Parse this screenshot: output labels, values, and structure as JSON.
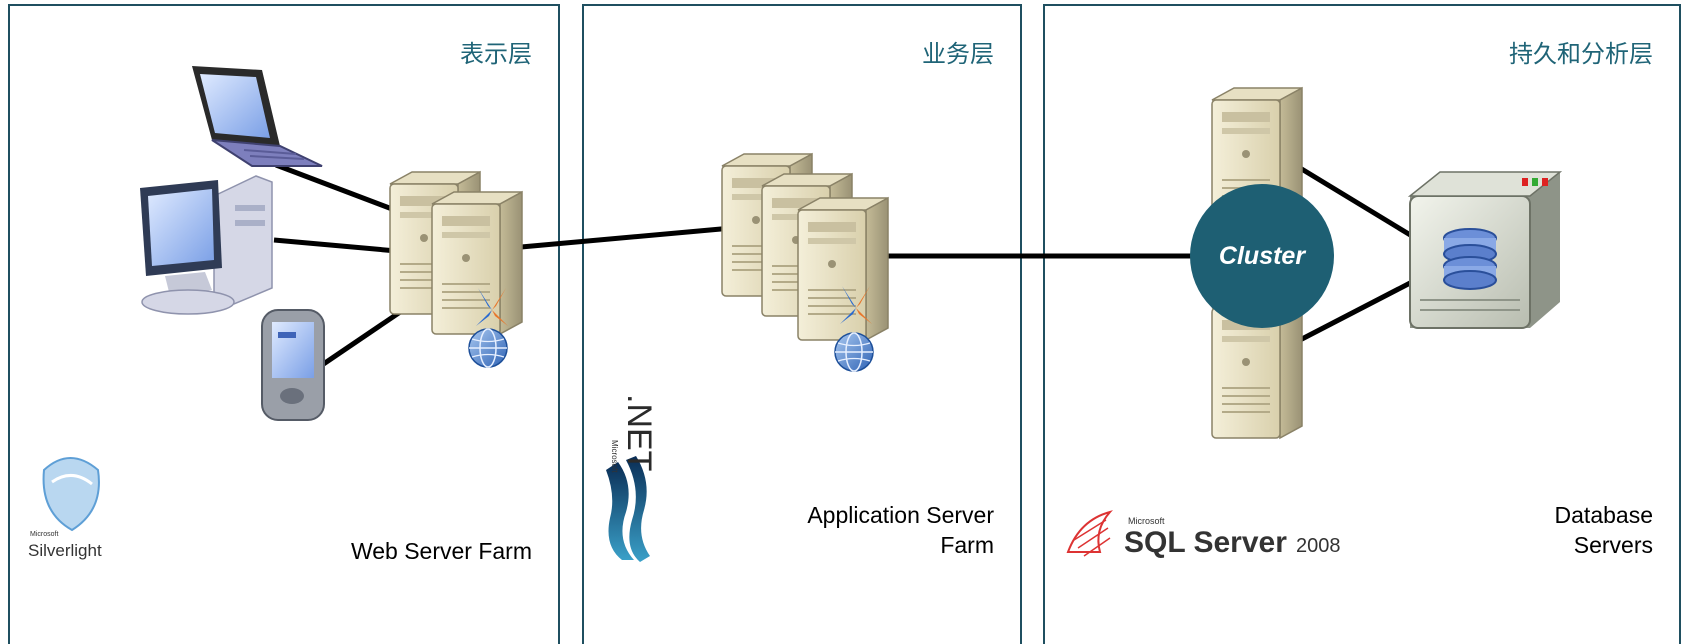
{
  "tiers": {
    "presentation": {
      "title": "表示层",
      "caption": "Web Server Farm"
    },
    "business": {
      "title": "业务层",
      "caption_line1": "Application Server",
      "caption_line2": "Farm"
    },
    "data": {
      "title": "持久和分析层",
      "caption_line1": "Database",
      "caption_line2": "Servers"
    }
  },
  "cluster_label": "Cluster",
  "logos": {
    "silverlight_small": "Microsoft",
    "silverlight_name": "Silverlight",
    "dotnet_small": "Microsoft",
    "dotnet_name": ".NET",
    "sql_small": "Microsoft",
    "sql_name": "SQL Server",
    "sql_year": "2008"
  },
  "colors": {
    "border": "#1f4f60",
    "title": "#1f6477",
    "cluster": "#1e5f73",
    "server_body": "#ece5c9",
    "server_shade": "#b9b08d",
    "link": "#000000"
  }
}
